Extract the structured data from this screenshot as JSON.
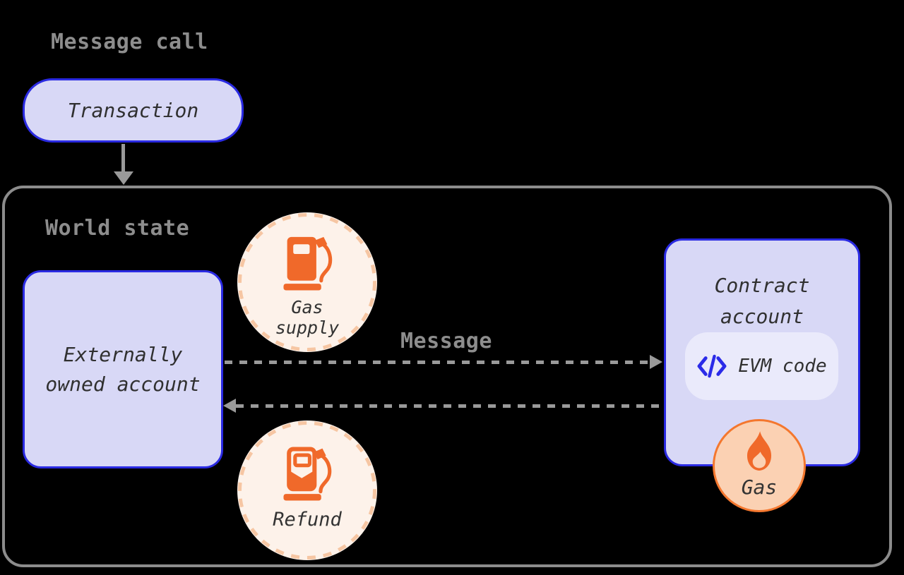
{
  "title": {
    "label": "Message call"
  },
  "transaction": {
    "label": "Transaction"
  },
  "world_state": {
    "label": "World state"
  },
  "eoa": {
    "line1": "Externally",
    "line2": "owned account"
  },
  "gas_supply": {
    "line1": "Gas",
    "line2": "supply"
  },
  "message": {
    "label": "Message"
  },
  "contract": {
    "line1": "Contract",
    "line2": "account"
  },
  "evm": {
    "label": "EVM code"
  },
  "gas": {
    "label": "Gas"
  },
  "refund": {
    "label": "Refund"
  },
  "icons": {
    "gas_pump": "gas-pump-icon",
    "gas_pump_refund": "gas-pump-refund-icon",
    "flame": "flame-icon",
    "code": "code-icon",
    "arrow_down": "arrow-down-icon",
    "dashed_arrow_right": "dashed-arrow-right-icon",
    "dashed_arrow_left": "dashed-arrow-left-icon"
  },
  "colors": {
    "background": "#000000",
    "label_gray": "#8d8d8d",
    "arrow_gray": "#9a9a9a",
    "panel_border_gray": "#8c8c8c",
    "node_fill": "#d8d8f6",
    "node_border": "#2a2ae2",
    "node_text": "#303030",
    "badge_fill": "#fdf2ea",
    "badge_dash_border": "#f6c6a3",
    "icon_orange": "#f0692a",
    "gas_badge_fill": "#fbd1b3",
    "gas_badge_border": "#f4772e",
    "evm_pill_fill": "#eaeafb",
    "code_blue": "#2b2be8"
  }
}
